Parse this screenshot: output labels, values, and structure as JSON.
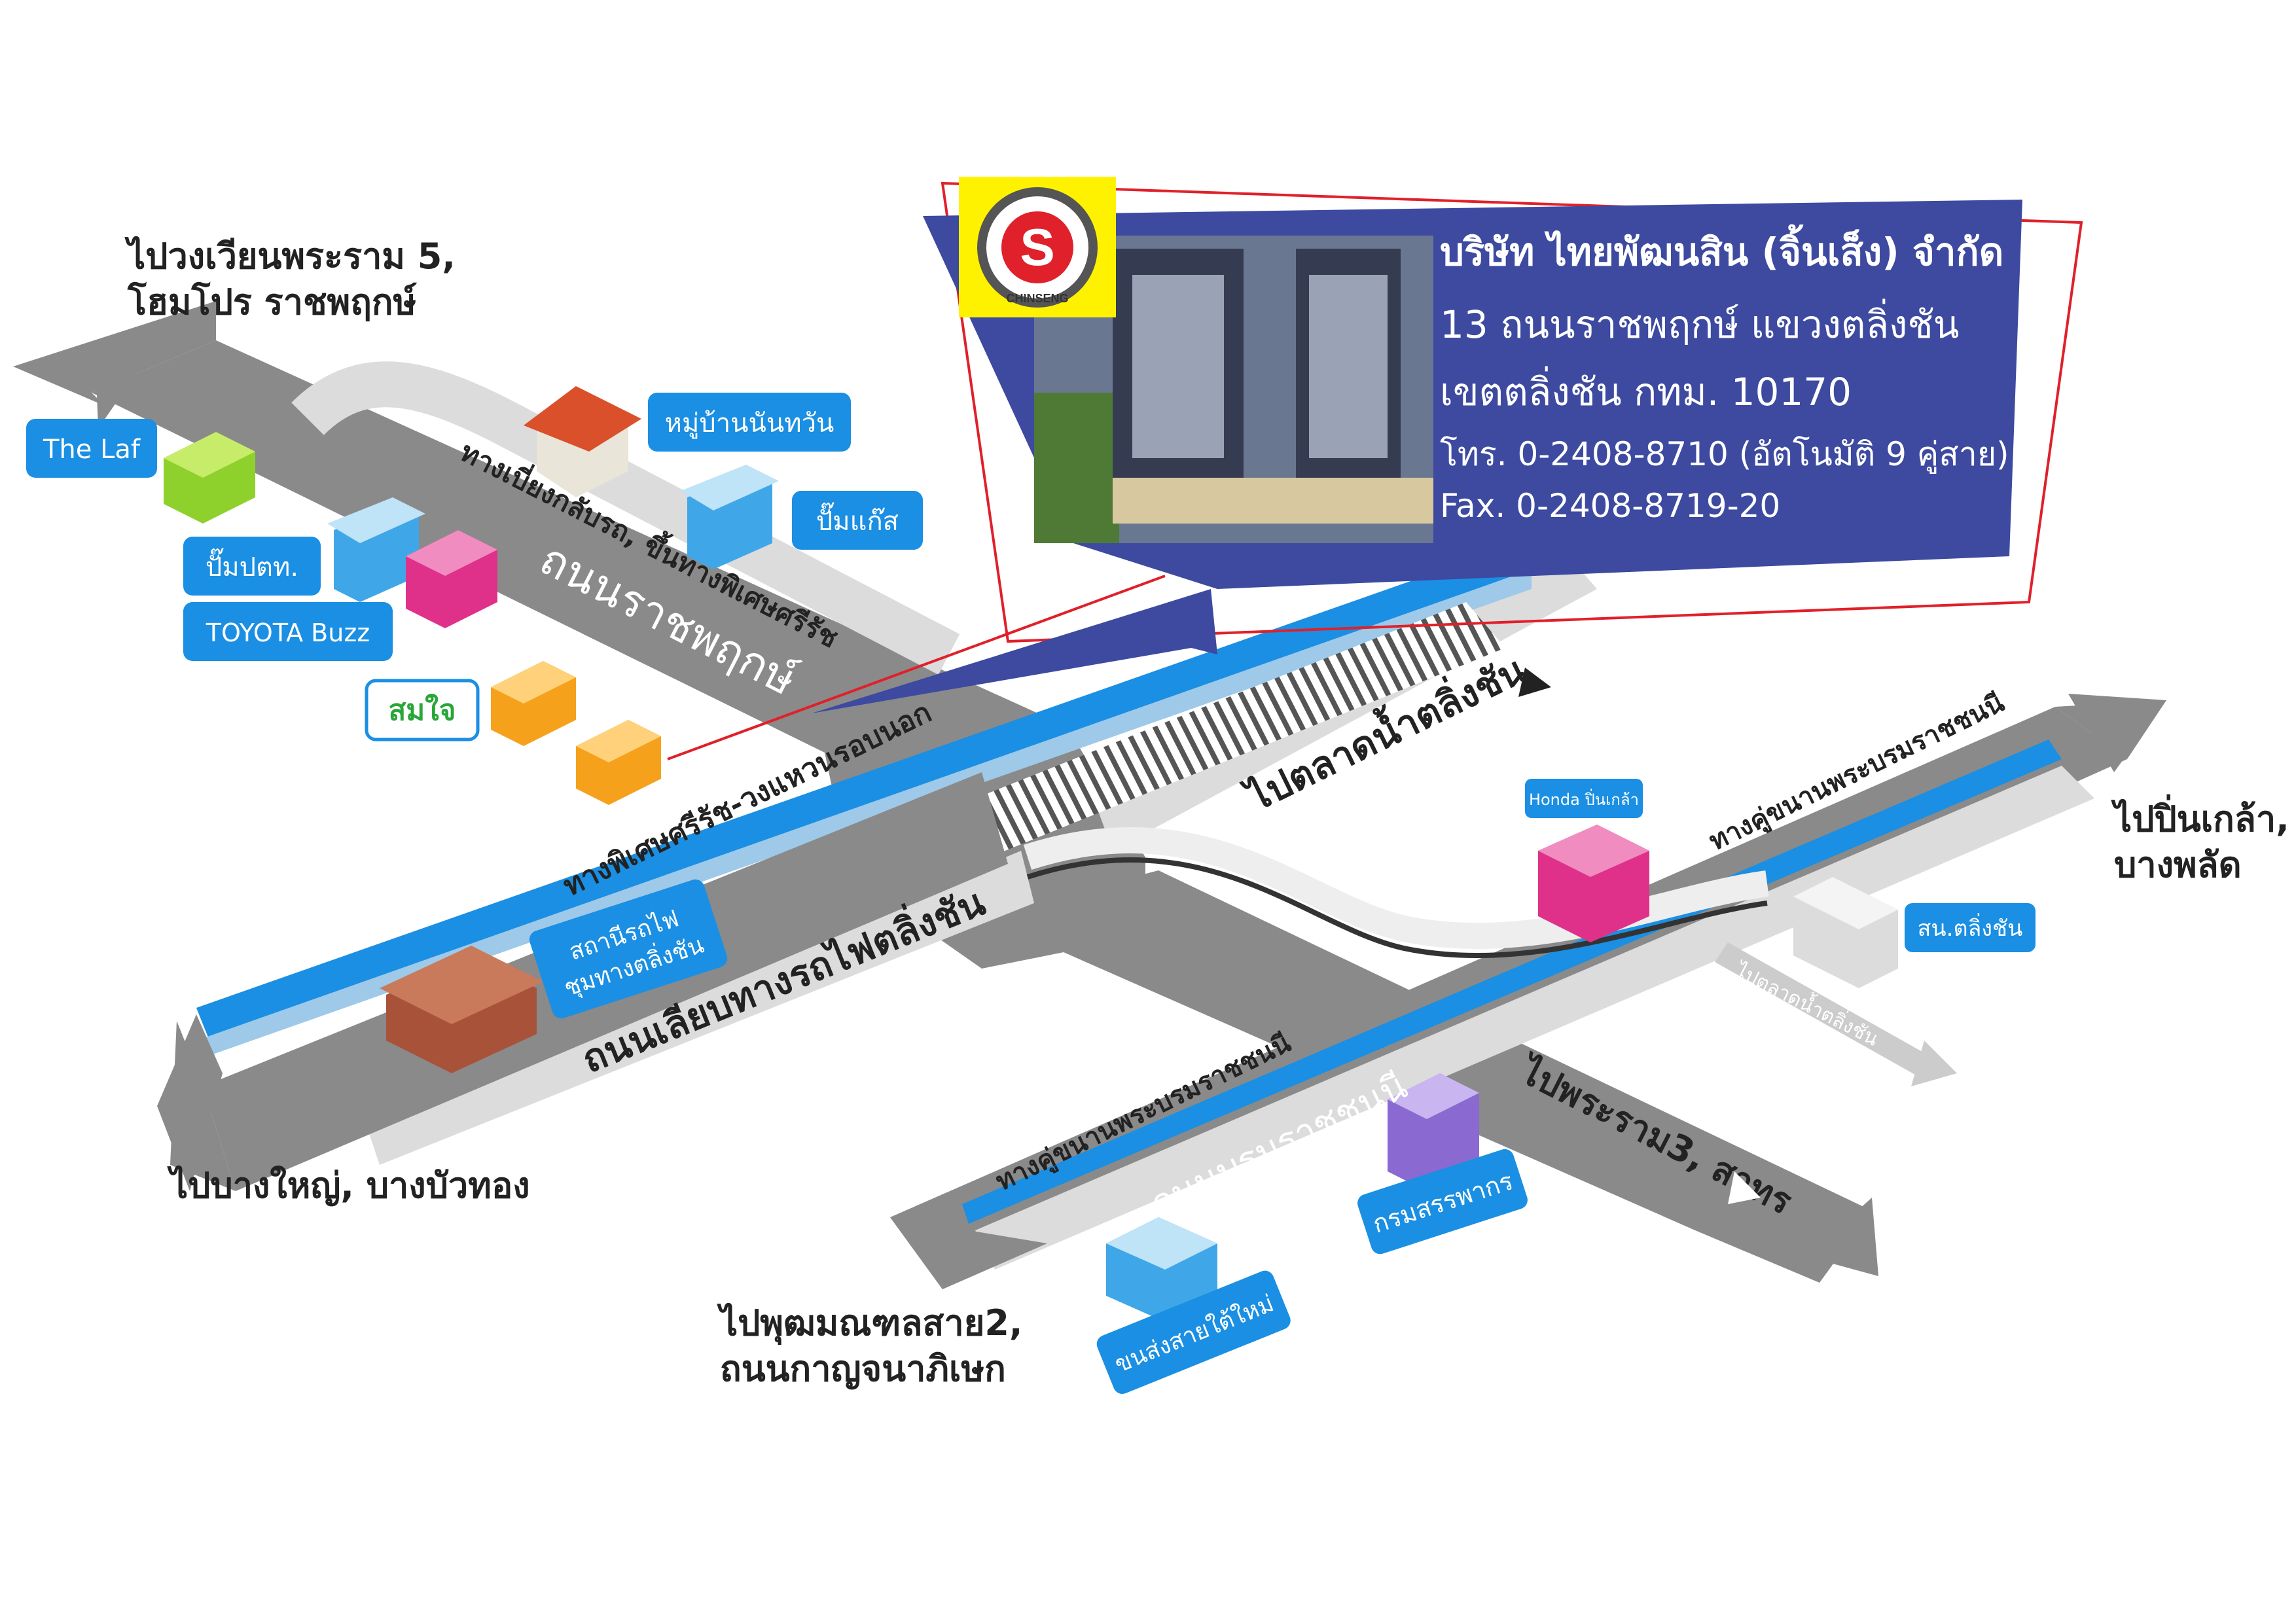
{
  "company": {
    "name": "บริษัท ไทยพัฒนสิน (จิ้นเส็ง) จำกัด",
    "address_line1": "13 ถนนราชพฤกษ์ แขวงตลิ่งชัน",
    "address_line2": "เขตตลิ่งชัน กทม. 10170",
    "tel": "โทร. 0-2408-8710 (อัตโนมัติ 9 คู่สาย)",
    "fax": "Fax. 0-2408-8719-20",
    "logo_text": "CHINSENG",
    "logo_letter": "S"
  },
  "destinations": {
    "nw": [
      "ไปวงเวียนพระราม 5,",
      "โฮมโปร ราชพฤกษ์"
    ],
    "sw": "ไปบางใหญ่, บางบัวทอง",
    "s": [
      "ไปพุฒมณฑลสาย2,",
      "ถนนกาญจนาภิเษก"
    ],
    "e": [
      "ไปปิ่นเกล้า,",
      "บางพลัด"
    ],
    "market": "ไปตลาดน้ำตลิ่งชัน",
    "rama3": "ไปพระราม3, สาทร",
    "market_small": "ไปตลาดน้ำตลิ่งชัน"
  },
  "roads": {
    "ratchaphruek": "ถนนราชพฤกษ์",
    "uturn": "ทางเบี่ยงกลับรถ, ขึ้นทางพิเศษศรีรัช",
    "expressway": "ทางพิเศษศรีรัช-วงแหวนรอบนอก",
    "rail_road": "ถนนเลียบทางรถไฟตลิ่งชัน",
    "borom_frontage_upper": "ทางคู่ขนานพระบรมราชชนนี",
    "borom_frontage_lower": "ทางคู่ขนานพระบรมราชชนนี",
    "borom": "ถนนบรมราชชนนี"
  },
  "places": {
    "the_laf": "The Laf",
    "village": "หมู่บ้านนันทวัน",
    "gas": "ปั๊มแก๊ส",
    "ptt": "ปั๊มปตท.",
    "toyota": "TOYOTA Buzz",
    "somjai": "สมใจ",
    "honda": "Honda ปิ่นเกล้า",
    "police": "สน.ตลิ่งชัน",
    "station": [
      "สถานีรถไฟ",
      "ชุมทางตลิ่งชัน"
    ],
    "revenue": "กรมสรรพากร",
    "bus": "ขนส่งสายใต้ใหม่"
  },
  "colors": {
    "road": "#888888",
    "road_light": "#d9d9d9",
    "expressway": "#1a8fe3",
    "pill": "#1a8fe3",
    "card": "#3d4aa0",
    "outline": "#e0202a",
    "logo_bg": "#fff200",
    "somjai": "#2aa639"
  }
}
